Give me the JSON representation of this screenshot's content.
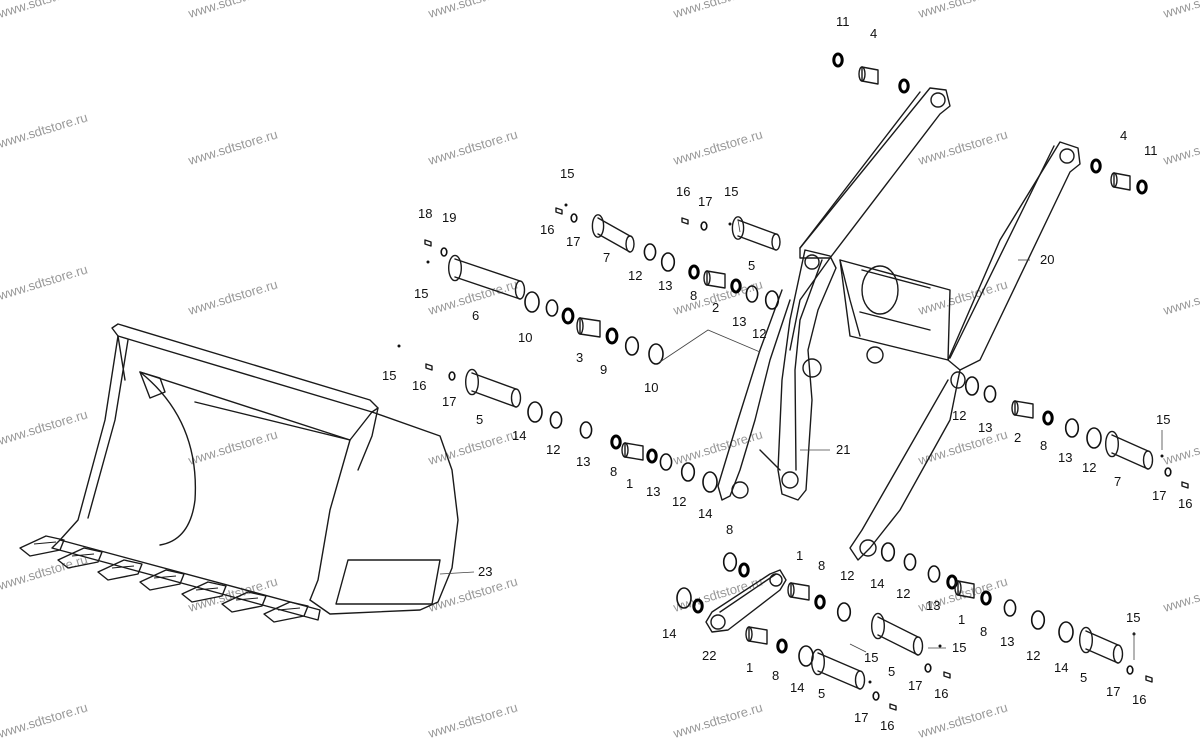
{
  "watermark": "www.sdtstore.ru",
  "watermark_positions_count": 27,
  "part_numbers": [
    "1",
    "2",
    "3",
    "4",
    "5",
    "6",
    "7",
    "8",
    "9",
    "10",
    "11",
    "12",
    "13",
    "14",
    "15",
    "16",
    "17",
    "18",
    "19",
    "20",
    "21",
    "22",
    "23"
  ],
  "callouts": {
    "c11a": "11",
    "c4a": "4",
    "c4b": "4",
    "c11b": "11",
    "c20": "20",
    "c21": "21",
    "c22": "22",
    "c23": "23",
    "c15a": "15",
    "c16a": "16",
    "c17a": "17",
    "c7a": "7",
    "c12a": "12",
    "c13a": "13",
    "c8a": "8",
    "c2a": "2",
    "c16b": "16",
    "c17b": "17",
    "c15b": "15",
    "c5a": "5",
    "c12b": "12",
    "c13b": "13",
    "c18": "18",
    "c19": "19",
    "c15c": "15",
    "c6": "6",
    "c10a": "10",
    "c3": "3",
    "c9": "9",
    "c10b": "10",
    "c15d": "15",
    "c16c": "16",
    "c17c": "17",
    "c5b": "5",
    "c14a": "14",
    "c12c": "12",
    "c13c": "13",
    "c8b": "8",
    "c1a": "1",
    "c13d": "13",
    "c12d": "12",
    "c14b": "14",
    "c12e": "12",
    "c13e": "13",
    "c2b": "2",
    "c8c": "8",
    "c13f": "13",
    "c12f": "12",
    "c7b": "7",
    "c15e": "15",
    "c17d": "17",
    "c16d": "16",
    "c8d": "8",
    "c1b": "1",
    "c8e": "8",
    "c12g": "12",
    "c14c": "14",
    "c12h": "12",
    "c13g": "13",
    "c1c": "1",
    "c14d": "14",
    "c1d": "1",
    "c8f": "8",
    "c14e": "14",
    "c5c": "5",
    "c15f": "15",
    "c5d": "5",
    "c15g": "15",
    "c17e": "17",
    "c16e": "16",
    "c17f": "17",
    "c16f": "16",
    "c8g": "8",
    "c13h": "13",
    "c12i": "12",
    "c14f": "14",
    "c5e": "5",
    "c15h": "15",
    "c17g": "17",
    "c16g": "16"
  }
}
